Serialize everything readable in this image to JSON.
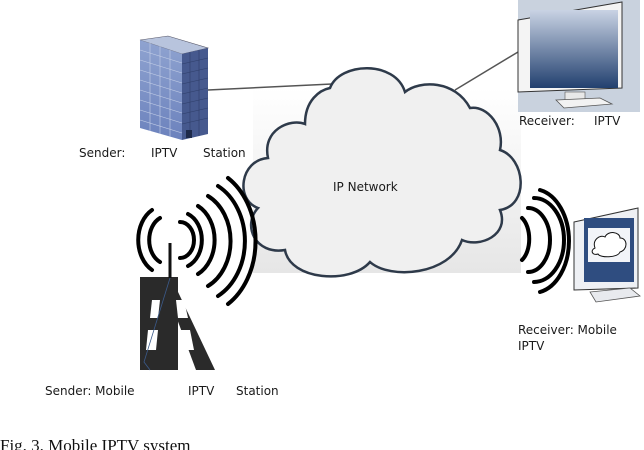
{
  "figure": {
    "caption": "Fig. 3.    Mobile IPTV system",
    "nodes": {
      "sender_station": {
        "label_parts": [
          "Sender:",
          "IPTV",
          "Station"
        ],
        "icon": "office-building-icon"
      },
      "receiver_iptv": {
        "label_parts": [
          "Receiver:",
          "IPTV"
        ],
        "icon": "monitor-icon"
      },
      "network": {
        "label": "IP Network",
        "icon": "cloud-icon"
      },
      "sender_mobile": {
        "label_parts": [
          "Sender: Mobile",
          "IPTV",
          "Station"
        ],
        "icon": "radio-tower-icon"
      },
      "receiver_mobile": {
        "label_line1": "Receiver: Mobile",
        "label_line2": "IPTV",
        "icon": "monitor-with-cloud-icon"
      }
    },
    "colors": {
      "building": "#4a5f96",
      "screen": "#27457a",
      "cloud_fill": "#efefef",
      "cloud_stroke": "#2e3a4a",
      "tower": "#2a2a2a",
      "waves": "#000000"
    }
  }
}
